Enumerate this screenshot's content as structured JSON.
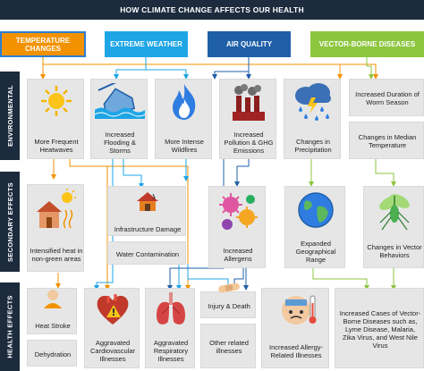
{
  "title": "HOW CLIMATE CHANGE AFFECTS OUR HEALTH",
  "categories": [
    {
      "label": "TEMPERATURE CHANGES",
      "color": "#f39200"
    },
    {
      "label": "EXTREME WEATHER",
      "color": "#1ea5e6"
    },
    {
      "label": "AIR QUALITY",
      "color": "#1f5fa8"
    },
    {
      "label": "VECTOR-BORNE DISEASES",
      "color": "#8cc63f"
    }
  ],
  "sections": {
    "environmental": "ENVIRONMENTAL",
    "secondary": "SECONDARY EFFECTS",
    "health": "HEALTH EFFECTS"
  },
  "environmental": {
    "heatwaves": "More Frequent Heatwaves",
    "flooding": "Increased Flooding & Storms",
    "wildfires": "More Intense Wildfires",
    "pollution": "Increased Pollution & GHG Emissions",
    "precipitation": "Changes in Precipitation",
    "worm_season": "Increased Duration of Worm Season",
    "median_temp": "Changes in Median Temperature"
  },
  "secondary": {
    "heat": "Intensified heat in non-green areas",
    "infrastructure": "Infrastructure Damage",
    "water": "Water Contamination",
    "allergens": "Increased Allergens",
    "range": "Expanded Geographical Range",
    "vector": "Changes in Vector Behaviors"
  },
  "health": {
    "heat_stroke": "Heat Stroke",
    "dehydration": "Dehydration",
    "cardio": "Aggravated Cardiovascular Illnesses",
    "respiratory": "Aggravated Respiratory Illnesses",
    "injury": "Injury & Death",
    "other": "Other related illnesses",
    "allergy": "Increased Allergy-Related Illnesses",
    "vector_cases": "Increased Cases of Vector-Borne Diseases such as, Lyme Disease, Malaria, Zika Virus, and West Nile Virus"
  },
  "colors": {
    "orange": "#f39200",
    "light_blue": "#1ea5e6",
    "dark_blue": "#1f5fa8",
    "green": "#8cc63f",
    "navy": "#1d2b3e",
    "panel": "#e6e6e6"
  }
}
